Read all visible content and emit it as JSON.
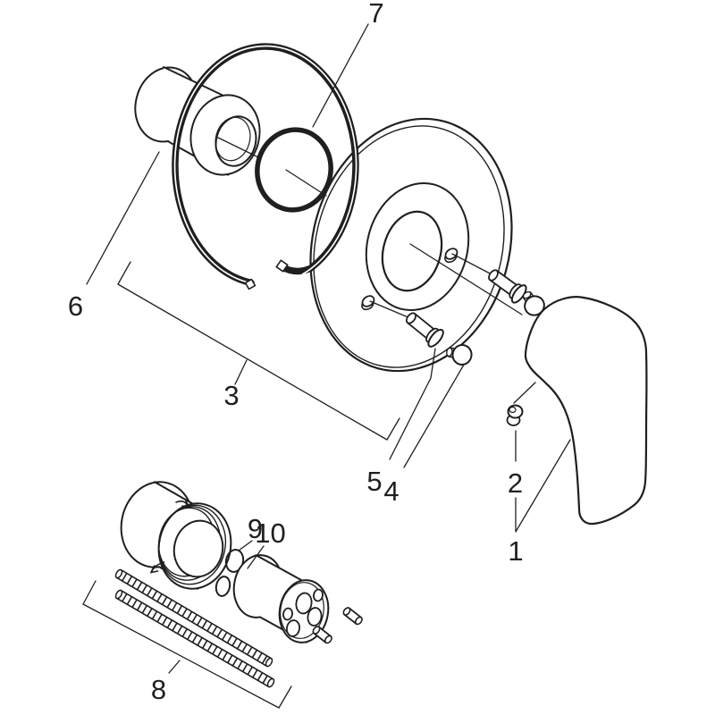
{
  "figure": {
    "type": "exploded-parts-diagram",
    "colors": {
      "ink": "#1f1f1f",
      "paper": "#ffffff"
    }
  },
  "labels": {
    "p1": "1",
    "p2": "2",
    "p3": "3",
    "p4": "4",
    "p5": "5",
    "p6": "6",
    "p7": "7",
    "p8": "8",
    "p9": "9",
    "p10": "10"
  }
}
